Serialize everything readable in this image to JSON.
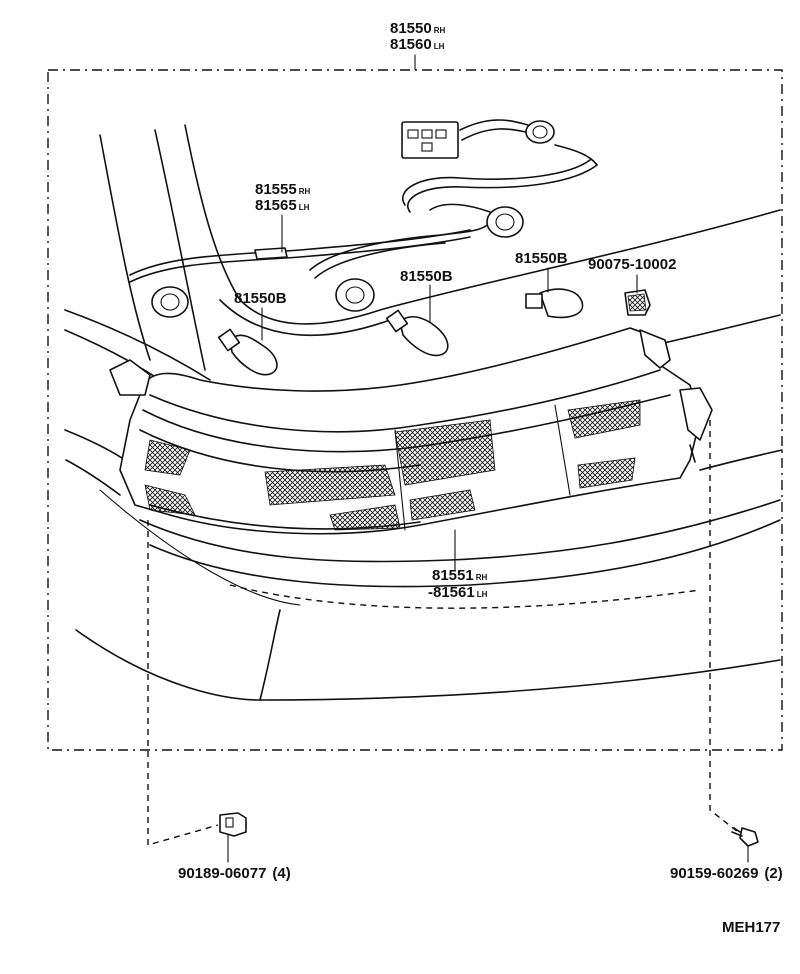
{
  "labels": {
    "assy_rh": {
      "num": "81550",
      "side": "RH"
    },
    "assy_lh": {
      "num": "81560",
      "side": "LH"
    },
    "wire_rh": {
      "num": "81555",
      "side": "RH"
    },
    "wire_lh": {
      "num": "81565",
      "side": "LH"
    },
    "bulb_1": {
      "num": "81550B"
    },
    "bulb_2": {
      "num": "81550B"
    },
    "bulb_3": {
      "num": "81550B"
    },
    "clip": {
      "num": "90075-10002"
    },
    "lens_rh": {
      "num": "81551",
      "side": "RH"
    },
    "lens_lh": {
      "num": "-81561",
      "side": "LH"
    },
    "nut": {
      "num": "90189-06077",
      "qty": "(4)"
    },
    "screw": {
      "num": "90159-60269",
      "qty": "(2)"
    }
  },
  "diagram_code": "MEH177"
}
